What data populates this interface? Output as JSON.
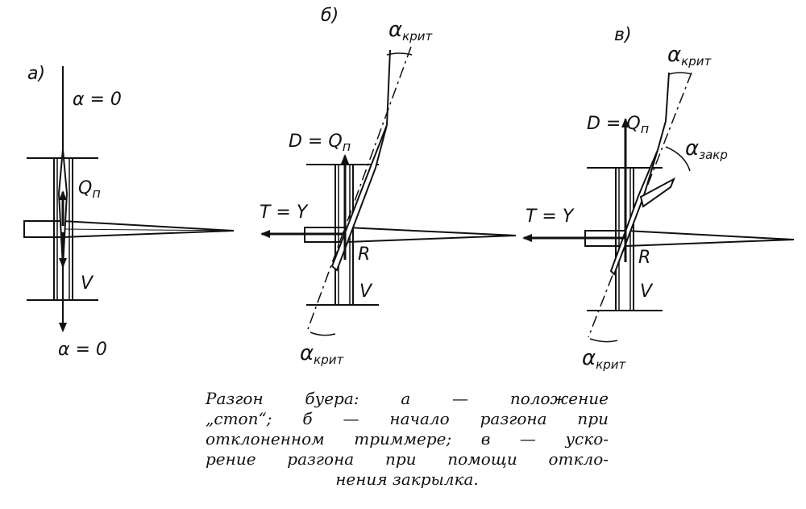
{
  "panels": {
    "a": {
      "letter": "а)",
      "alpha_top": "α = 0",
      "alpha_bottom": "α = 0",
      "force_q": "Q",
      "force_q_sub": "п",
      "velocity": "V"
    },
    "b": {
      "letter": "б)",
      "alpha_top": "α",
      "alpha_top_sub": "крит",
      "alpha_bottom": "α",
      "alpha_bottom_sub": "крит",
      "drag": "D = Q",
      "drag_sub": "п",
      "thrust": "T = Y",
      "resultant": "R",
      "velocity": "V"
    },
    "c": {
      "letter": "в)",
      "alpha_top": "α",
      "alpha_top_sub": "крит",
      "alpha_flap": "α",
      "alpha_flap_sub": "закр",
      "alpha_bottom": "α",
      "alpha_bottom_sub": "крит",
      "drag": "D = Q",
      "drag_sub": "п",
      "thrust": "T = Y",
      "resultant": "R",
      "velocity": "V"
    }
  },
  "caption": {
    "line1": "Разгон   буера:   а — положение",
    "line2": "„стоп“;  б — начало  разгона  при",
    "line3": "отклоненном триммере; в — уско-",
    "line4": "рение разгона при помощи откло-",
    "line5": "нения закрылка."
  }
}
